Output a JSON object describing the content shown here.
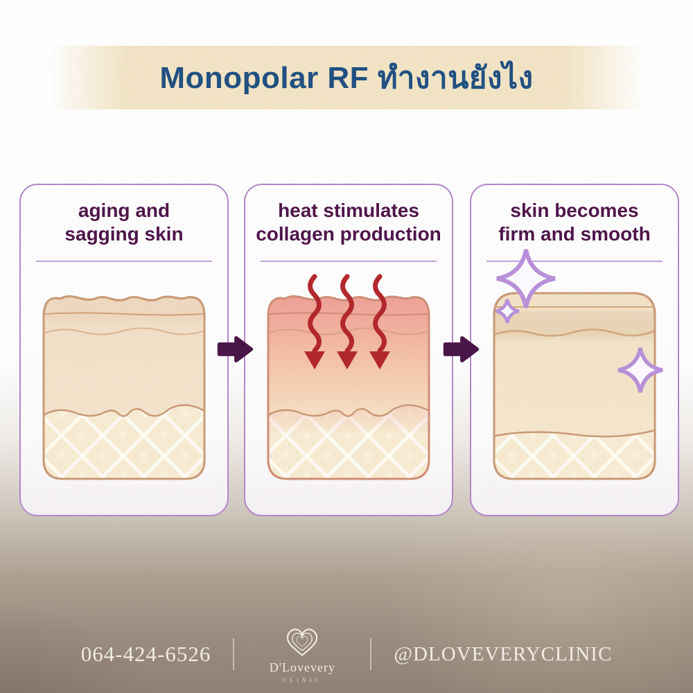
{
  "header": {
    "title": "Monopolar RF ทำงานยังไง"
  },
  "steps": [
    {
      "line1": "aging and",
      "line2": "sagging skin",
      "illustration": "aging-sagging-skin-layers"
    },
    {
      "line1": "heat stimulates",
      "line2": "collagen production",
      "illustration": "heat-arrows-into-skin"
    },
    {
      "line1": "skin becomes",
      "line2": "firm and smooth",
      "illustration": "smooth-skin-with-sparkles"
    }
  ],
  "connector_icon": "arrow-right-icon",
  "footer": {
    "phone": "064-424-6526",
    "brand_name": "D'Lovevery",
    "brand_sub": "CLINIC",
    "social_handle": "@DLOVEVERYCLINIC",
    "logo_icon": "heart-outline-icon"
  },
  "icons": {
    "step2_decor": "heat-arrow-down-icon",
    "step3_decor": "sparkle-icon"
  },
  "colors": {
    "title_blue": "#1d4e80",
    "banner_cream": "#f2e4c4",
    "card_border_purple": "#b384c9",
    "heading_plum": "#4c1147",
    "underline_lavender": "#c79fd8",
    "connector_plum": "#471144",
    "skin_outline_tan": "#c89974",
    "heat_red": "#b22428",
    "sparkle_purple": "#b78fd9",
    "footer_text": "#f2ede6",
    "background_taupe": "#8e8072"
  }
}
